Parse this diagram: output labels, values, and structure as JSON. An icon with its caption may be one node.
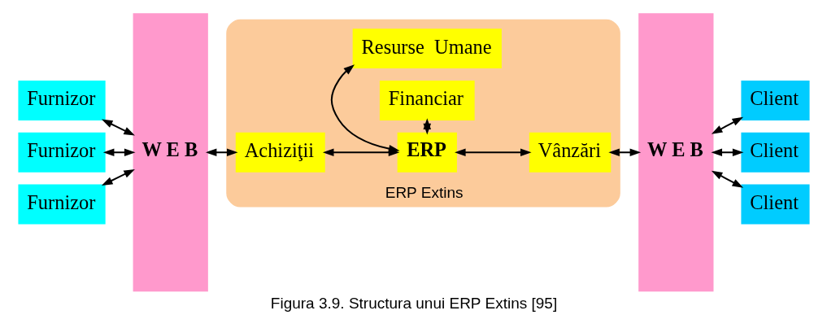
{
  "diagram": {
    "caption": "Figura 3.9. Structura unui ERP Extins [95]",
    "nodes": [
      {
        "text": [
          "ERP Extins"
        ]
      },
      {
        "text": [
          "Resurse  Umane"
        ],
        "in": 0
      },
      {
        "text": [
          "Achiziţii"
        ],
        "in": 0
      },
      {
        "text": [
          "ERP"
        ],
        "in": 0
      },
      {
        "text": [
          "Vânzări"
        ],
        "in": 0
      },
      {
        "text": [
          "Financiar"
        ],
        "in": 0
      },
      {
        "text": [
          "Furnizor"
        ]
      },
      {
        "text": [
          "Furnizor"
        ]
      },
      {
        "text": [
          "Furnizor"
        ]
      },
      {
        "text": [
          "W E B"
        ]
      },
      {
        "text": [
          "W E B"
        ]
      },
      {
        "text": [
          "Client"
        ]
      },
      {
        "text": [
          "Client"
        ]
      },
      {
        "text": [
          "Client"
        ]
      }
    ],
    "edges": [
      {
        "from": 6,
        "to": 9,
        "arrow": "both"
      },
      {
        "from": 7,
        "to": 9,
        "arrow": "both"
      },
      {
        "from": 8,
        "to": 9,
        "arrow": "both"
      },
      {
        "from": 9,
        "to": 2,
        "arrow": "both"
      },
      {
        "from": 2,
        "to": 3,
        "arrow": "both"
      },
      {
        "from": 3,
        "to": 1,
        "arrow": "both"
      },
      {
        "from": 3,
        "to": 4,
        "arrow": "both"
      },
      {
        "from": 3,
        "to": 5,
        "arrow": "both"
      },
      {
        "from": 4,
        "to": 10,
        "arrow": "both"
      },
      {
        "from": 10,
        "to": 11,
        "arrow": "both"
      },
      {
        "from": 10,
        "to": 12,
        "arrow": "both"
      },
      {
        "from": 10,
        "to": 13,
        "arrow": "both"
      }
    ]
  }
}
